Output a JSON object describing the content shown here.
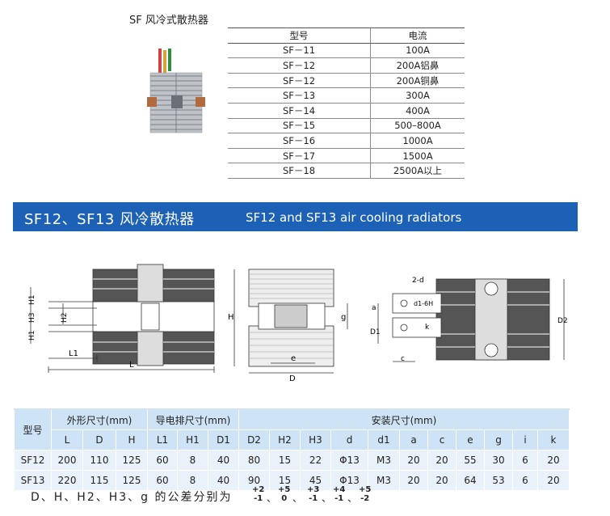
{
  "top": {
    "title": "SF 风冷式散热器",
    "headers": [
      "型号",
      "电流"
    ],
    "rows": [
      [
        "SF－11",
        "100A"
      ],
      [
        "SF－12",
        "200A铝鼻"
      ],
      [
        "SF－12",
        "200A铜鼻"
      ],
      [
        "SF－13",
        "300A"
      ],
      [
        "SF－14",
        "400A"
      ],
      [
        "SF－15",
        "500–800A"
      ],
      [
        "SF－16",
        "1000A"
      ],
      [
        "SF－17",
        "1500A"
      ],
      [
        "SF－18",
        "2500A以上"
      ]
    ]
  },
  "banner": {
    "title_cn": "SF12、SF13 风冷散热器",
    "title_en": "SF12 and SF13 air cooling radiators"
  },
  "drawings": {
    "side": {
      "L": "L",
      "L1": "L1",
      "H1a": "H1",
      "H3": "H3",
      "H2": "H2",
      "H1b": "H1"
    },
    "front": {
      "H": "H",
      "g": "g",
      "e": "e",
      "D": "D"
    },
    "top": {
      "two_d": "2-d",
      "d1_6H": "d1-6H",
      "a": "a",
      "D1": "D1",
      "k": "k",
      "c": "c",
      "D2": "D2"
    }
  },
  "spec": {
    "model_label": "型号",
    "group_outer": "外形尺寸(mm)",
    "group_busbar": "导电排尺寸(mm)",
    "group_install": "安装尺寸(mm)",
    "columns": [
      "L",
      "D",
      "H",
      "L1",
      "H1",
      "D1",
      "D2",
      "H2",
      "H3",
      "d",
      "d1",
      "a",
      "c",
      "e",
      "g",
      "i",
      "k"
    ],
    "rows": [
      {
        "model": "SF12",
        "values": [
          "200",
          "110",
          "125",
          "60",
          "8",
          "40",
          "80",
          "15",
          "22",
          "Φ13",
          "M3",
          "20",
          "20",
          "55",
          "30",
          "6",
          "20"
        ]
      },
      {
        "model": "SF13",
        "values": [
          "220",
          "115",
          "125",
          "60",
          "8",
          "40",
          "90",
          "15",
          "45",
          "Φ13",
          "M3",
          "20",
          "20",
          "64",
          "53",
          "6",
          "20"
        ]
      }
    ]
  },
  "tolerance": {
    "text": "D、H、H2、H3、g 的公差分别为",
    "fractions": [
      [
        "+2",
        "-1"
      ],
      [
        "+5",
        "0"
      ],
      [
        "+3",
        "-1"
      ],
      [
        "+4",
        "-1"
      ],
      [
        "+5",
        "-2"
      ]
    ],
    "sep": "、"
  },
  "colors": {
    "banner": "#1c61b5",
    "table_header": "#cfe3f6",
    "table_body": "#e9f2fb"
  }
}
